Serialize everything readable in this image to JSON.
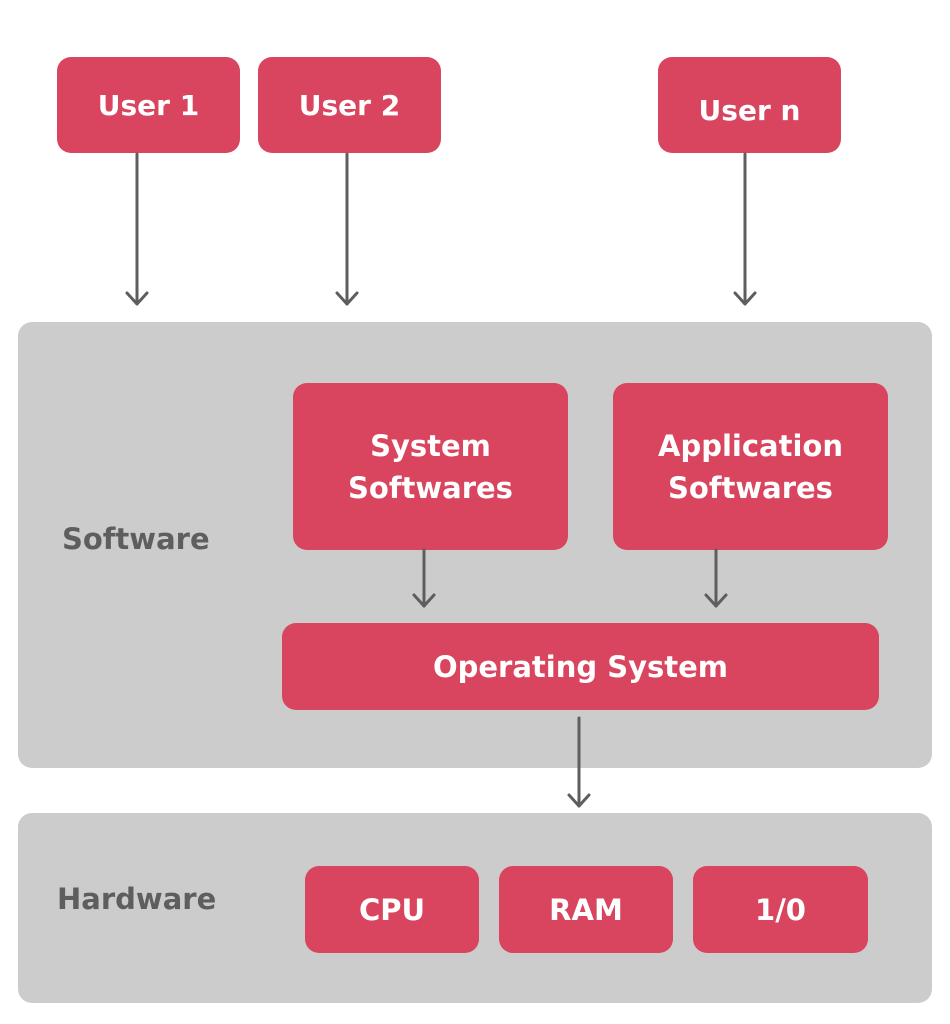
{
  "users": [
    {
      "label": "User 1"
    },
    {
      "label": "User 2"
    },
    {
      "label": "User n"
    }
  ],
  "software": {
    "label": "Software",
    "system_softwares": {
      "line1": "System",
      "line2": "Softwares"
    },
    "application_softwares": {
      "line1": "Application",
      "line2": "Softwares"
    },
    "operating_system": "Operating System"
  },
  "hardware": {
    "label": "Hardware",
    "components": [
      {
        "label": "CPU"
      },
      {
        "label": "RAM"
      },
      {
        "label": "1/0"
      }
    ]
  },
  "colors": {
    "box": "#d9445f",
    "layer": "#cccccc",
    "label": "#5e5e5e",
    "arrow": "#5e5e5e"
  }
}
